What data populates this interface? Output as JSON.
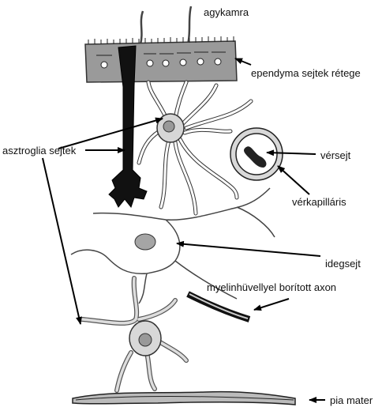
{
  "labels": {
    "ventricle": "agykamra",
    "ependyma": "ependyma sejtek rétege",
    "astroglia": "asztroglia sejtek",
    "blood_cell": "vérsejt",
    "capillary": "vérkapilláris",
    "neuron": "idegsejt",
    "axon": "myelinhüvellyel borított axon",
    "pia": "pia mater"
  }
}
